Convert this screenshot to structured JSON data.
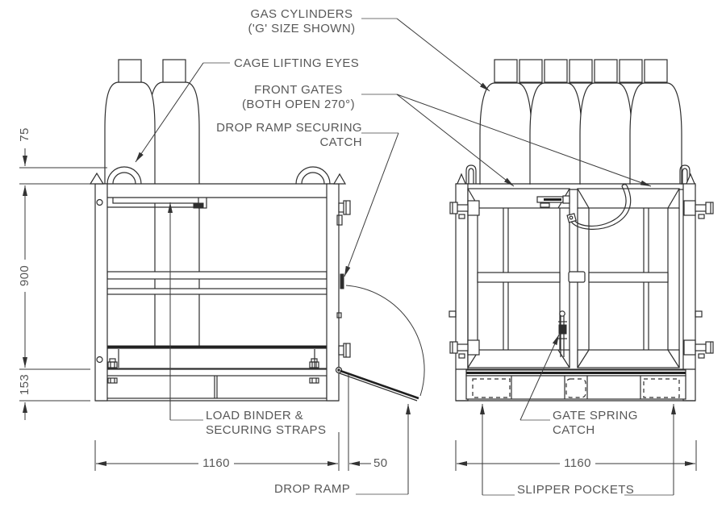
{
  "annotations": {
    "gas_cylinders": {
      "line1": "GAS CYLINDERS",
      "line2": "('G' SIZE SHOWN)"
    },
    "cage_lifting_eyes": {
      "label": "CAGE LIFTING EYES"
    },
    "front_gates": {
      "line1": "FRONT GATES",
      "line2": "(BOTH OPEN 270°)"
    },
    "drop_ramp_securing_catch": {
      "line1": "DROP RAMP SECURING",
      "line2": "CATCH"
    },
    "load_binder": {
      "line1": "LOAD BINDER &",
      "line2": "SECURING STRAPS"
    },
    "drop_ramp": {
      "label": "DROP RAMP"
    },
    "gate_spring_catch": {
      "line1": "GATE SPRING",
      "line2": "CATCH"
    },
    "slipper_pockets": {
      "label": "SLIPPER POCKETS"
    }
  },
  "dimensions": {
    "side_view": {
      "lifting_eye_height": "75",
      "cage_height": "900",
      "base_height": "153",
      "width": "1160",
      "drop_ramp_offset": "50"
    },
    "front_view": {
      "width": "1160"
    }
  },
  "colors": {
    "line": "#2e2e2e",
    "leader": "#8f8f8f",
    "text": "#585858",
    "background": "#ffffff"
  }
}
